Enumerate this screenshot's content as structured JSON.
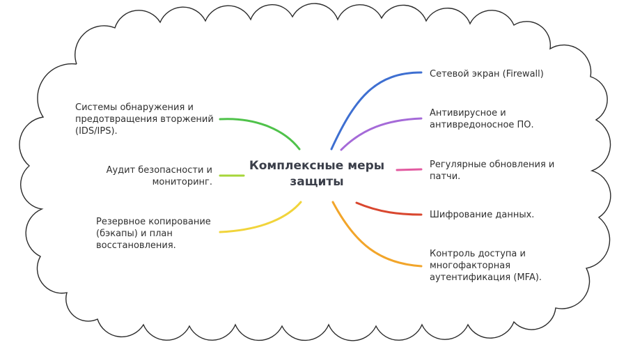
{
  "center": {
    "line1": "Комплексные меры",
    "line2": "защиты"
  },
  "left_branches": [
    {
      "lines": [
        "Системы обнаружения и",
        "предотвращения вторжений",
        "(IDS/IPS)."
      ],
      "color": "#4fc24a"
    },
    {
      "lines": [
        "Аудит безопасности и",
        "мониторинг."
      ],
      "color": "#a6d63a"
    },
    {
      "lines": [
        "Резервное копирование",
        "(бэкапы) и план",
        "восстановления."
      ],
      "color": "#f1d43b"
    }
  ],
  "right_branches": [
    {
      "lines": [
        "Сетевой экран (Firewall)"
      ],
      "color": "#3e6fd1"
    },
    {
      "lines": [
        "Антивирусное и",
        "антивредоносное ПО."
      ],
      "color": "#a56ad8"
    },
    {
      "lines": [
        "Регулярные обновления и",
        "патчи."
      ],
      "color": "#e25aa0"
    },
    {
      "lines": [
        "Шифрование данных."
      ],
      "color": "#d9472f"
    },
    {
      "lines": [
        "Контроль доступа и",
        "многофакторная",
        "аутентификация (MFA)."
      ],
      "color": "#f2a52a"
    }
  ],
  "colors": {
    "cloud_stroke": "#2a2a2a",
    "text": "#2f2f2f",
    "title": "#3b3f4a"
  }
}
